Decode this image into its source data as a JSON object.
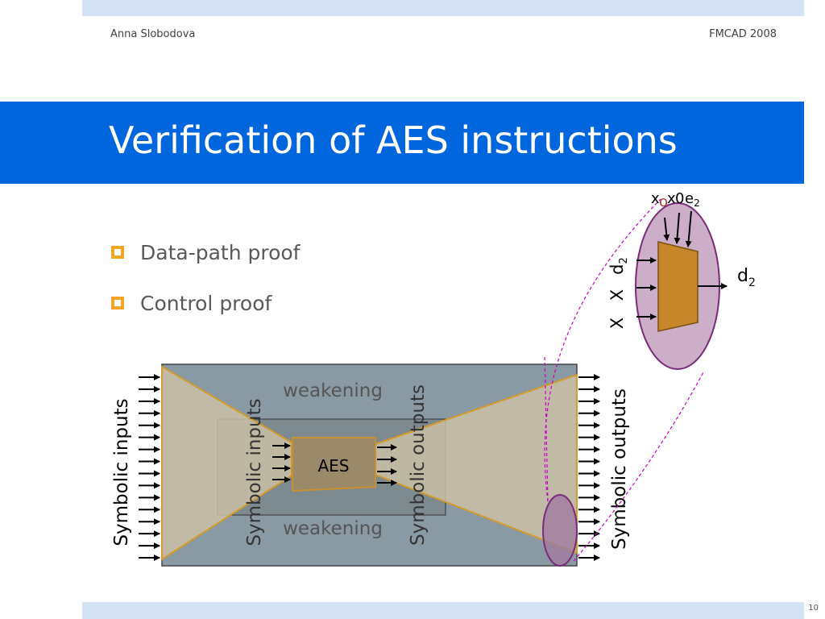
{
  "header": {
    "author": "Anna Slobodova",
    "conference": "FMCAD 2008"
  },
  "title": "Verification of AES instructions",
  "bullets": [
    "Data-path proof",
    "Control proof"
  ],
  "diagram": {
    "weakening_top": "weakening",
    "weakening_bottom": "weakening",
    "aes_label": "AES",
    "symbolic_inputs_outer": "Symbolic inputs",
    "symbolic_inputs_inner": "Symbolic inputs",
    "symbolic_outputs_inner": "Symbolic outputs",
    "symbolic_outputs_outer": "Symbolic outputs",
    "mux_output": "d",
    "mux_output_sub": "2",
    "mux_side_x1": "X",
    "mux_side_x2": "X",
    "mux_side_d": "d",
    "mux_side_d_sub": "2",
    "mux_top_e": "e",
    "mux_top_e_sub": "2",
    "mux_top_x": "x",
    "mux_top_o": "o",
    "mux_top_x2": "x",
    "mux_top_0": "0"
  },
  "colors": {
    "title_bar": "#0066dd",
    "band": "#d5e2f5",
    "bullet": "#f5a623",
    "oval": "#a07aa0"
  },
  "footer": {
    "page": "10"
  }
}
